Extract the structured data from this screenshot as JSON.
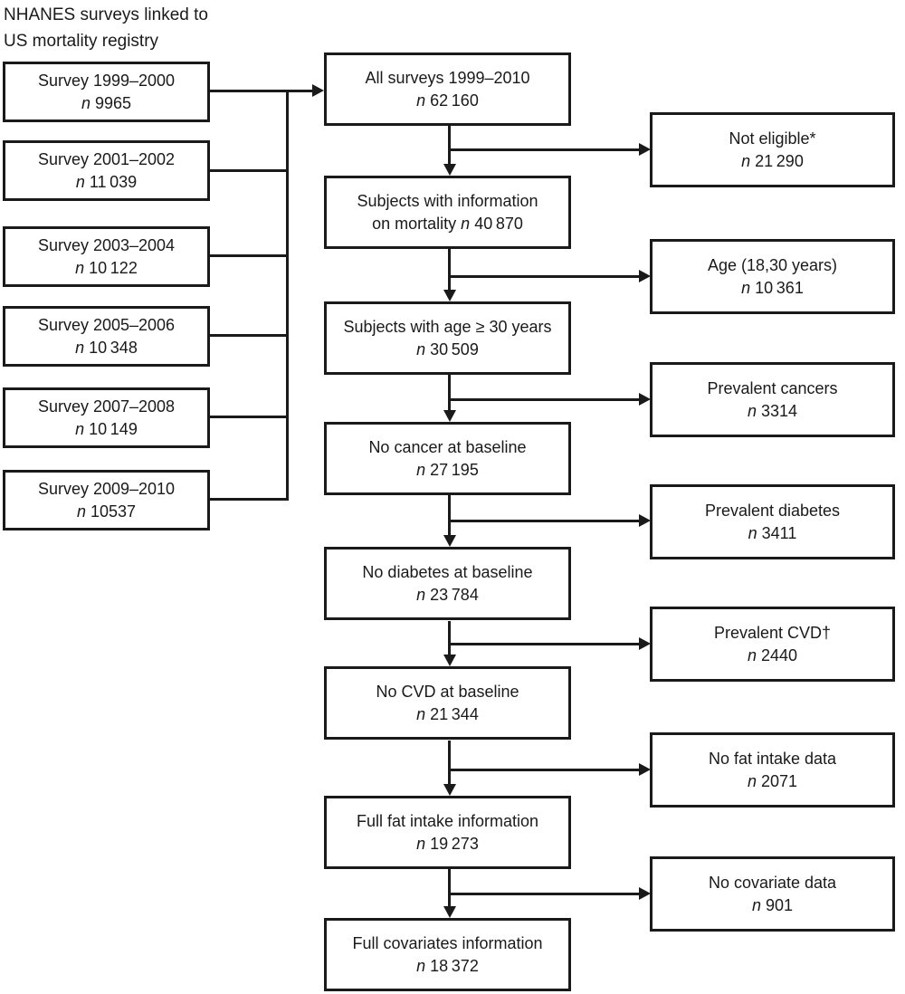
{
  "meta": {
    "n_symbol": "n",
    "ink_color": "#1a1a1a",
    "background_color": "#ffffff"
  },
  "title": {
    "line1": "NHANES surveys linked to",
    "line2": "US mortality registry"
  },
  "survey_boxes": [
    {
      "label": "Survey 1999–2000",
      "n": "9965"
    },
    {
      "label": "Survey 2001–2002",
      "n": "11 039"
    },
    {
      "label": "Survey 2003–2004",
      "n": "10 122"
    },
    {
      "label": "Survey 2005–2006",
      "n": "10 348"
    },
    {
      "label": "Survey 2007–2008",
      "n": "10 149"
    },
    {
      "label": "Survey 2009–2010",
      "n": "10537"
    }
  ],
  "flow_boxes": [
    {
      "label": "All surveys 1999–2010",
      "prefix": "",
      "n": "62 160"
    },
    {
      "label": "Subjects with information",
      "prefix": "on mortality ",
      "n": "40 870"
    },
    {
      "label": "Subjects with age ≥ 30 years",
      "prefix": "",
      "n": "30 509"
    },
    {
      "label": "No cancer at baseline",
      "prefix": "",
      "n": "27 195"
    },
    {
      "label": "No diabetes at baseline",
      "prefix": "",
      "n": "23 784"
    },
    {
      "label": "No CVD at baseline",
      "prefix": "",
      "n": "21 344"
    },
    {
      "label": "Full fat intake information",
      "prefix": "",
      "n": "19 273"
    },
    {
      "label": "Full covariates information",
      "prefix": "",
      "n": "18 372"
    }
  ],
  "exclusion_boxes": [
    {
      "label": "Not eligible*",
      "n": "21 290"
    },
    {
      "label": "Age (18,30 years)",
      "n": "10 361"
    },
    {
      "label": "Prevalent cancers",
      "n": "3314"
    },
    {
      "label": "Prevalent diabetes",
      "n": "3411"
    },
    {
      "label": "Prevalent CVD†",
      "n": "2440"
    },
    {
      "label": "No fat intake data",
      "n": "2071"
    },
    {
      "label": "No covariate data",
      "n": "901"
    }
  ]
}
